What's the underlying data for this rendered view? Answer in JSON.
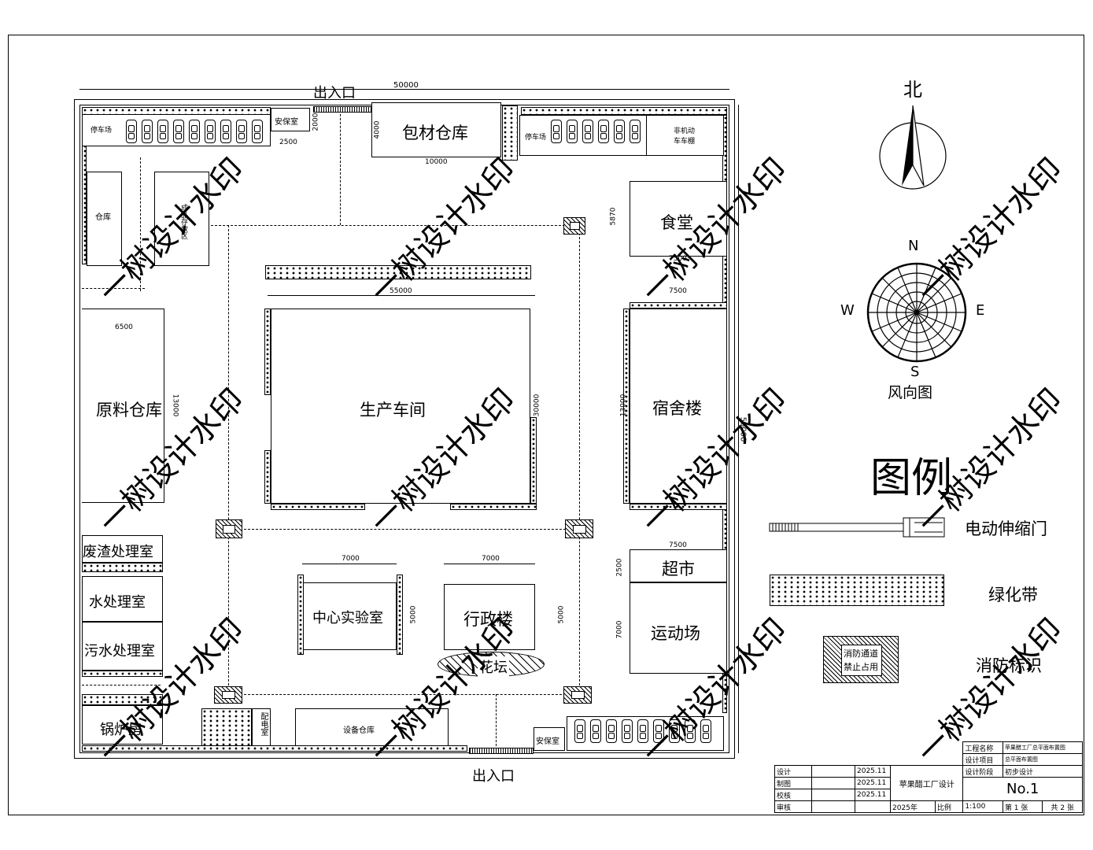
{
  "entrances": {
    "top": "出入口",
    "bottom": "出入口"
  },
  "dimensions": {
    "site_width": "50000",
    "site_height": "50000",
    "guard_w": "2500",
    "guard_h": "2000",
    "pack_w": "10000",
    "pack_h": "4000",
    "canteen_h": "5870",
    "canteen_w": "7500",
    "workshop_w": "55000",
    "workshop_h": "30000",
    "raw_w": "6500",
    "raw_h": "13000",
    "dorm_w": "7500",
    "dorm_h": "13000",
    "lab_w": "7000",
    "lab_h": "5000",
    "admin_w": "7000",
    "admin_h": "5000",
    "market_w": "7500",
    "market_h": "2500",
    "sport_h": "7000"
  },
  "buildings": {
    "guard_top": "安保室",
    "guard_bottom": "安保室",
    "parking_tl": "停车场",
    "parking_tr": "停车场",
    "nonmotor": "非机动\n车车棚",
    "package": "包材仓库",
    "warehouse": "仓库",
    "storage_area": "成品存放区",
    "canteen": "食堂",
    "raw": "原料仓库",
    "workshop": "生产车间",
    "dorm": "宿舍楼",
    "waste": "废渣处理室",
    "water": "水处理室",
    "sewage": "污水处理室",
    "boiler": "锅炉房",
    "lab": "中心实验室",
    "admin": "行政楼",
    "flower": "花坛",
    "market": "超市",
    "sport": "运动场",
    "power": "配电室",
    "equipment": "设备仓库"
  },
  "fire_sign_small": "消防通道\n禁止占用",
  "compass": {
    "north": "北"
  },
  "wind_rose": {
    "n": "N",
    "s": "S",
    "e": "E",
    "w": "W",
    "title": "风向图"
  },
  "legend": {
    "title": "图例",
    "gate": "电动伸缩门",
    "green": "绿化带",
    "fire": "消防标识",
    "fire_sign": "消防通道\n禁止占用"
  },
  "watermark": "一树设计水印",
  "title_block": {
    "project_name_label": "工程名称",
    "project_name": "苹果醋工厂总平面布置图",
    "design_item_label": "设计项目",
    "design_item": "总平面布置图",
    "design_stage_label": "设计阶段",
    "design_stage": "初步设计",
    "rows": [
      {
        "role": "设计",
        "date": "2025.11"
      },
      {
        "role": "制图",
        "date": "2025.11"
      },
      {
        "role": "校核",
        "date": "2025.11"
      },
      {
        "role": "审核",
        "date": ""
      }
    ],
    "drawing_title": "苹果醋工厂设计",
    "year": "2025年",
    "scale_label": "比例",
    "scale": "1:100",
    "sheet": "第 1 张",
    "total": "共 2 张",
    "number": "No.1"
  }
}
